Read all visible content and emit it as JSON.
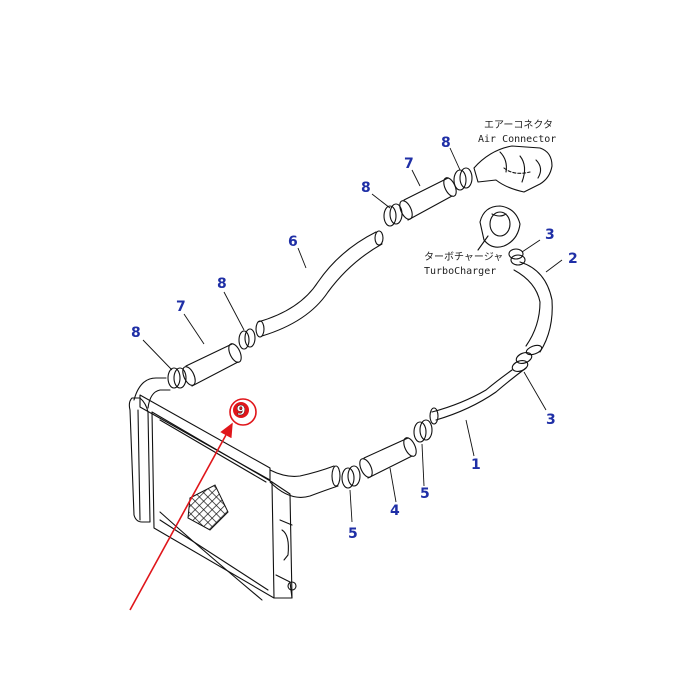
{
  "colors": {
    "callout": "#1f2fa6",
    "highlight": "#e0161b",
    "line": "#111111"
  },
  "references": {
    "air_connector_jp": "エアーコネクタ",
    "air_connector_en": "Air Connector",
    "turbocharger_jp": "ターボチャージャ",
    "turbocharger_en": "TurboCharger"
  },
  "callouts": [
    {
      "id": "c8a",
      "label": "8"
    },
    {
      "id": "c7a",
      "label": "7"
    },
    {
      "id": "c8b",
      "label": "8"
    },
    {
      "id": "c6",
      "label": "6"
    },
    {
      "id": "c8c",
      "label": "8"
    },
    {
      "id": "c7b",
      "label": "7"
    },
    {
      "id": "c8d",
      "label": "8"
    },
    {
      "id": "c3a",
      "label": "3"
    },
    {
      "id": "c2",
      "label": "2"
    },
    {
      "id": "c3b",
      "label": "3"
    },
    {
      "id": "c1",
      "label": "1"
    },
    {
      "id": "c5a",
      "label": "5"
    },
    {
      "id": "c4",
      "label": "4"
    },
    {
      "id": "c5b",
      "label": "5"
    }
  ],
  "highlight_label": "9"
}
